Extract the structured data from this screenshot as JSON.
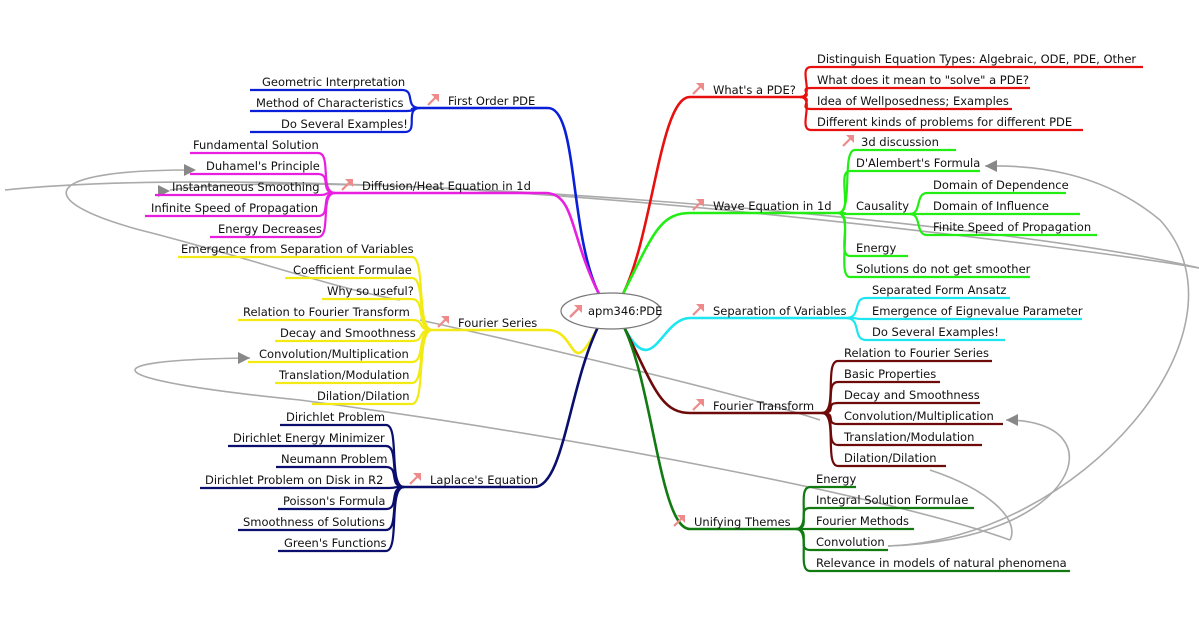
{
  "center": {
    "label": "apm346:PDE"
  },
  "branches": [
    {
      "id": "first-order-pde",
      "label": "First Order PDE",
      "color": "#0a1fd8",
      "side": "left",
      "children": [
        "Geometric Interpretation",
        "Method of Characteristics",
        "Do Several Examples!"
      ]
    },
    {
      "id": "diffusion",
      "label": "Diffusion/Heat Equation in 1d",
      "color": "#e81ee0",
      "side": "left",
      "children": [
        "Fundamental Solution",
        "Duhamel's Principle",
        "Instantaneous Smoothing",
        "Infinite Speed of Propagation",
        "Energy Decreases"
      ]
    },
    {
      "id": "fourier-series",
      "label": "Fourier Series",
      "color": "#f2ea12",
      "side": "left",
      "children": [
        "Emergence from Separation of Variables",
        "Coefficient Formulae",
        "Why so useful?",
        "Relation to Fourier Transform",
        "Decay and Smoothness",
        "Convolution/Multiplication",
        "Translation/Modulation",
        "Dilation/Dilation"
      ]
    },
    {
      "id": "laplace",
      "label": "Laplace's Equation",
      "color": "#0a0f6e",
      "side": "left",
      "children": [
        "Dirichlet Problem",
        "Dirichlet Energy Minimizer",
        "Neumann Problem",
        "Dirichlet Problem on Disk in R2",
        "Poisson's Formula",
        "Smoothness of Solutions",
        "Green's Functions"
      ]
    },
    {
      "id": "whats-pde",
      "label": "What's a PDE?",
      "color": "#e8100e",
      "side": "right",
      "children": [
        "Distinguish Equation Types: Algebraic, ODE, PDE, Other",
        "What does it mean to \"solve\" a PDE?",
        "Idea of Wellposedness; Examples",
        "Different kinds of problems for different PDE"
      ]
    },
    {
      "id": "wave",
      "label": "Wave Equation in 1d",
      "color": "#22ee14",
      "side": "right",
      "children": [
        "3d discussion",
        "D'Alembert's Formula",
        "Causality",
        "Energy",
        "Solutions do not get smoother"
      ],
      "causality_children": [
        "Domain of Dependence",
        "Domain of Influence",
        "Finite Speed of Propagation"
      ]
    },
    {
      "id": "separation",
      "label": "Separation of Variables",
      "color": "#1ee6f0",
      "side": "right",
      "children": [
        "Separated Form Ansatz",
        "Emergence of Eignevalue Parameter",
        "Do Several Examples!"
      ]
    },
    {
      "id": "fourier-transform",
      "label": "Fourier Transform",
      "color": "#6e0a0a",
      "side": "right",
      "children": [
        "Relation to Fourier Series",
        "Basic Properties",
        "Decay and Smoothness",
        "Convolution/Multiplication",
        "Translation/Modulation",
        "Dilation/Dilation"
      ]
    },
    {
      "id": "unifying",
      "label": "Unifying Themes",
      "color": "#117a11",
      "side": "right",
      "children": [
        "Energy",
        "Integral Solution Formulae",
        "Fourier Methods",
        "Convolution",
        "Relevance in models of natural phenomena"
      ]
    }
  ],
  "colors": {
    "link": "#aaaaaa",
    "arrow_icon": "#ee8a8a"
  }
}
